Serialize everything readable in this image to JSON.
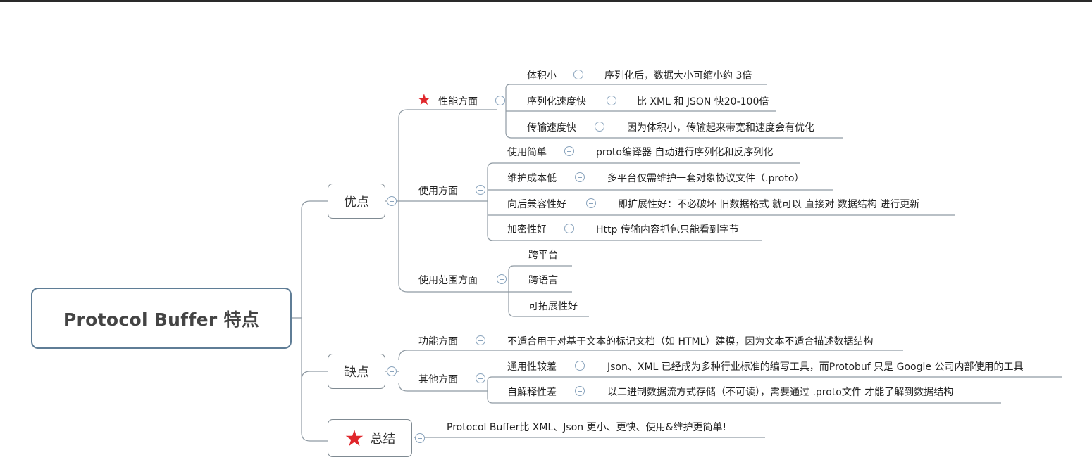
{
  "root": "Protocol Buffer 特点",
  "pros": {
    "label": "优点",
    "performance": {
      "label": "性能方面",
      "items": [
        {
          "name": "体积小",
          "desc": "序列化后，数据大小可缩小约 3倍"
        },
        {
          "name": "序列化速度快",
          "desc": "比 XML 和 JSON 快20-100倍"
        },
        {
          "name": "传输速度快",
          "desc": "因为体积小，传输起来带宽和速度会有优化"
        }
      ]
    },
    "usage": {
      "label": "使用方面",
      "items": [
        {
          "name": "使用简单",
          "desc": "proto编译器 自动进行序列化和反序列化"
        },
        {
          "name": "维护成本低",
          "desc": "多平台仅需维护一套对象协议文件（.proto）"
        },
        {
          "name": "向后兼容性好",
          "desc": "即扩展性好：不必破坏 旧数据格式 就可以 直接对 数据结构 进行更新"
        },
        {
          "name": "加密性好",
          "desc": "Http 传输内容抓包只能看到字节"
        }
      ]
    },
    "scope": {
      "label": "使用范围方面",
      "items": [
        "跨平台",
        "跨语言",
        "可拓展性好"
      ]
    }
  },
  "cons": {
    "label": "缺点",
    "function": {
      "label": "功能方面",
      "desc": "不适合用于对基于文本的标记文档（如 HTML）建模，因为文本不适合描述数据结构"
    },
    "other": {
      "label": "其他方面",
      "items": [
        {
          "name": "通用性较差",
          "desc": "Json、XML 已经成为多种行业标准的编写工具，而Protobuf 只是 Google 公司内部使用的工具"
        },
        {
          "name": "自解释性差",
          "desc": "以二进制数据流方式存储（不可读），需要通过 .proto文件 才能了解到数据结构"
        }
      ]
    }
  },
  "summary": {
    "label": "总结",
    "text": "Protocol Buffer比 XML、Json 更小、更快、使用&维护更简单!"
  },
  "colors": {
    "line": "#8f9aa3",
    "star": "#e0262b",
    "root_border": "#5f7d96",
    "collapse": "#8aa4bd"
  }
}
